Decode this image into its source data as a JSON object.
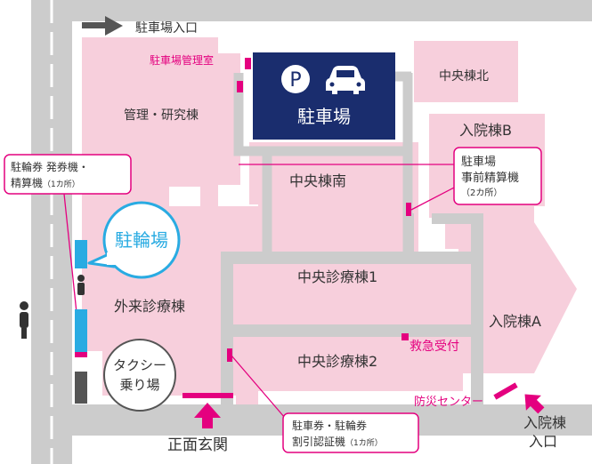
{
  "labels": {
    "parking_entrance": "駐車場入口",
    "parking_office": "駐車場管理室",
    "parking": "駐車場",
    "parking_p": "P",
    "central_north": "中央棟北",
    "admin_research": "管理・研究棟",
    "ward_b": "入院棟B",
    "central_south": "中央棟南",
    "bike_parking": "駐輪場",
    "clinic_1": "中央診療棟1",
    "outpatient": "外来診療棟",
    "ward_a": "入院棟A",
    "emergency": "救急受付",
    "clinic_2": "中央診療棟2",
    "disaster_center": "防災センター",
    "main_entrance": "正面玄関",
    "ward_entrance_l1": "入院棟",
    "ward_entrance_l2": "入口"
  },
  "callouts": {
    "bike_ticket_l1": "駐輪券 発券機・",
    "bike_ticket_l2": "精算機",
    "bike_ticket_count": "（1カ所）",
    "prepay_l1": "駐車場",
    "prepay_l2": "事前精算機",
    "prepay_count": "（2カ所）",
    "validate_l1": "駐車券・駐輪券",
    "validate_l2": "割引認証機",
    "validate_count": "（1カ所）",
    "taxi_l1": "タクシー",
    "taxi_l2": "乗り場"
  },
  "colors": {
    "building": "#f7cfdc",
    "road": "#cccccc",
    "parking": "#1a2d6e",
    "accent": "#e4007f",
    "bike": "#29abe2",
    "text": "#333333"
  }
}
